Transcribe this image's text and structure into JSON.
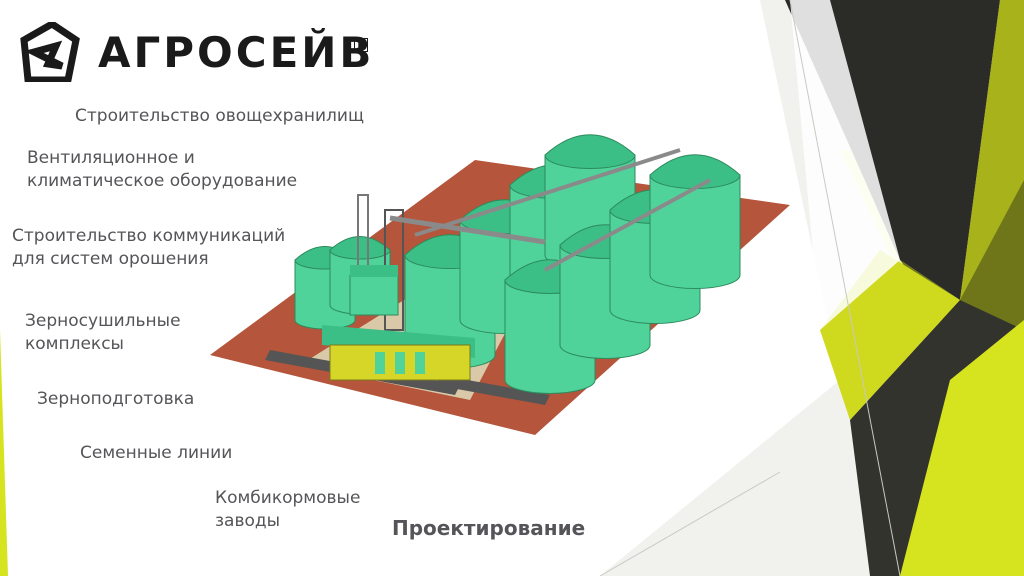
{
  "logo": {
    "name": "АГРОСЕЙВ",
    "registered_mark": "R"
  },
  "services": [
    {
      "lines": [
        "Строительство овощехранилищ"
      ]
    },
    {
      "lines": [
        "Вентиляционное и",
        "климатическое оборудование"
      ]
    },
    {
      "lines": [
        "Строительство коммуникаций",
        "для систем орошения"
      ]
    },
    {
      "lines": [
        "Зерносушильные",
        "комплексы"
      ]
    },
    {
      "lines": [
        "Зерноподготовка"
      ]
    },
    {
      "lines": [
        "Семенные линии"
      ]
    },
    {
      "lines": [
        "Комбикормовые",
        "заводы"
      ]
    }
  ],
  "heading": "Проектирование",
  "colors": {
    "accent_yellow": "#d6e31f",
    "dark_gray": "#2b2b28",
    "olive": "#8a921c",
    "silo_green": "#4fd39a",
    "ground": "#b5553b",
    "text_gray": "#555559"
  },
  "icons": {
    "logo_mark": "house-shield-logo-icon"
  }
}
